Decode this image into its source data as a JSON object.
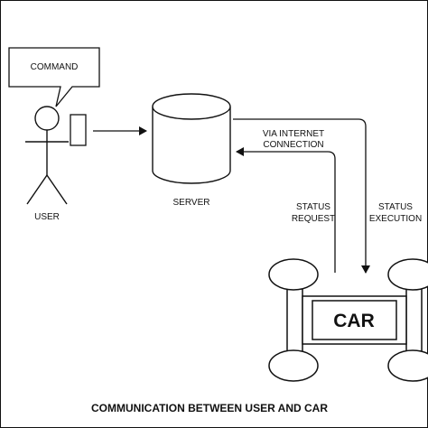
{
  "diagram": {
    "command_label": "COMMAND",
    "user_label": "USER",
    "server_label": "SERVER",
    "via_label_line1": "VIA INTERNET",
    "via_label_line2": "CONNECTION",
    "status_request_line1": "STATUS",
    "status_request_line2": "REQUEST",
    "status_execution_line1": "STATUS",
    "status_execution_line2": "EXECUTION",
    "car_label": "CAR",
    "caption": "COMMUNICATION BETWEEN USER AND CAR"
  },
  "colors": {
    "ink": "#111111",
    "background": "#ffffff"
  }
}
